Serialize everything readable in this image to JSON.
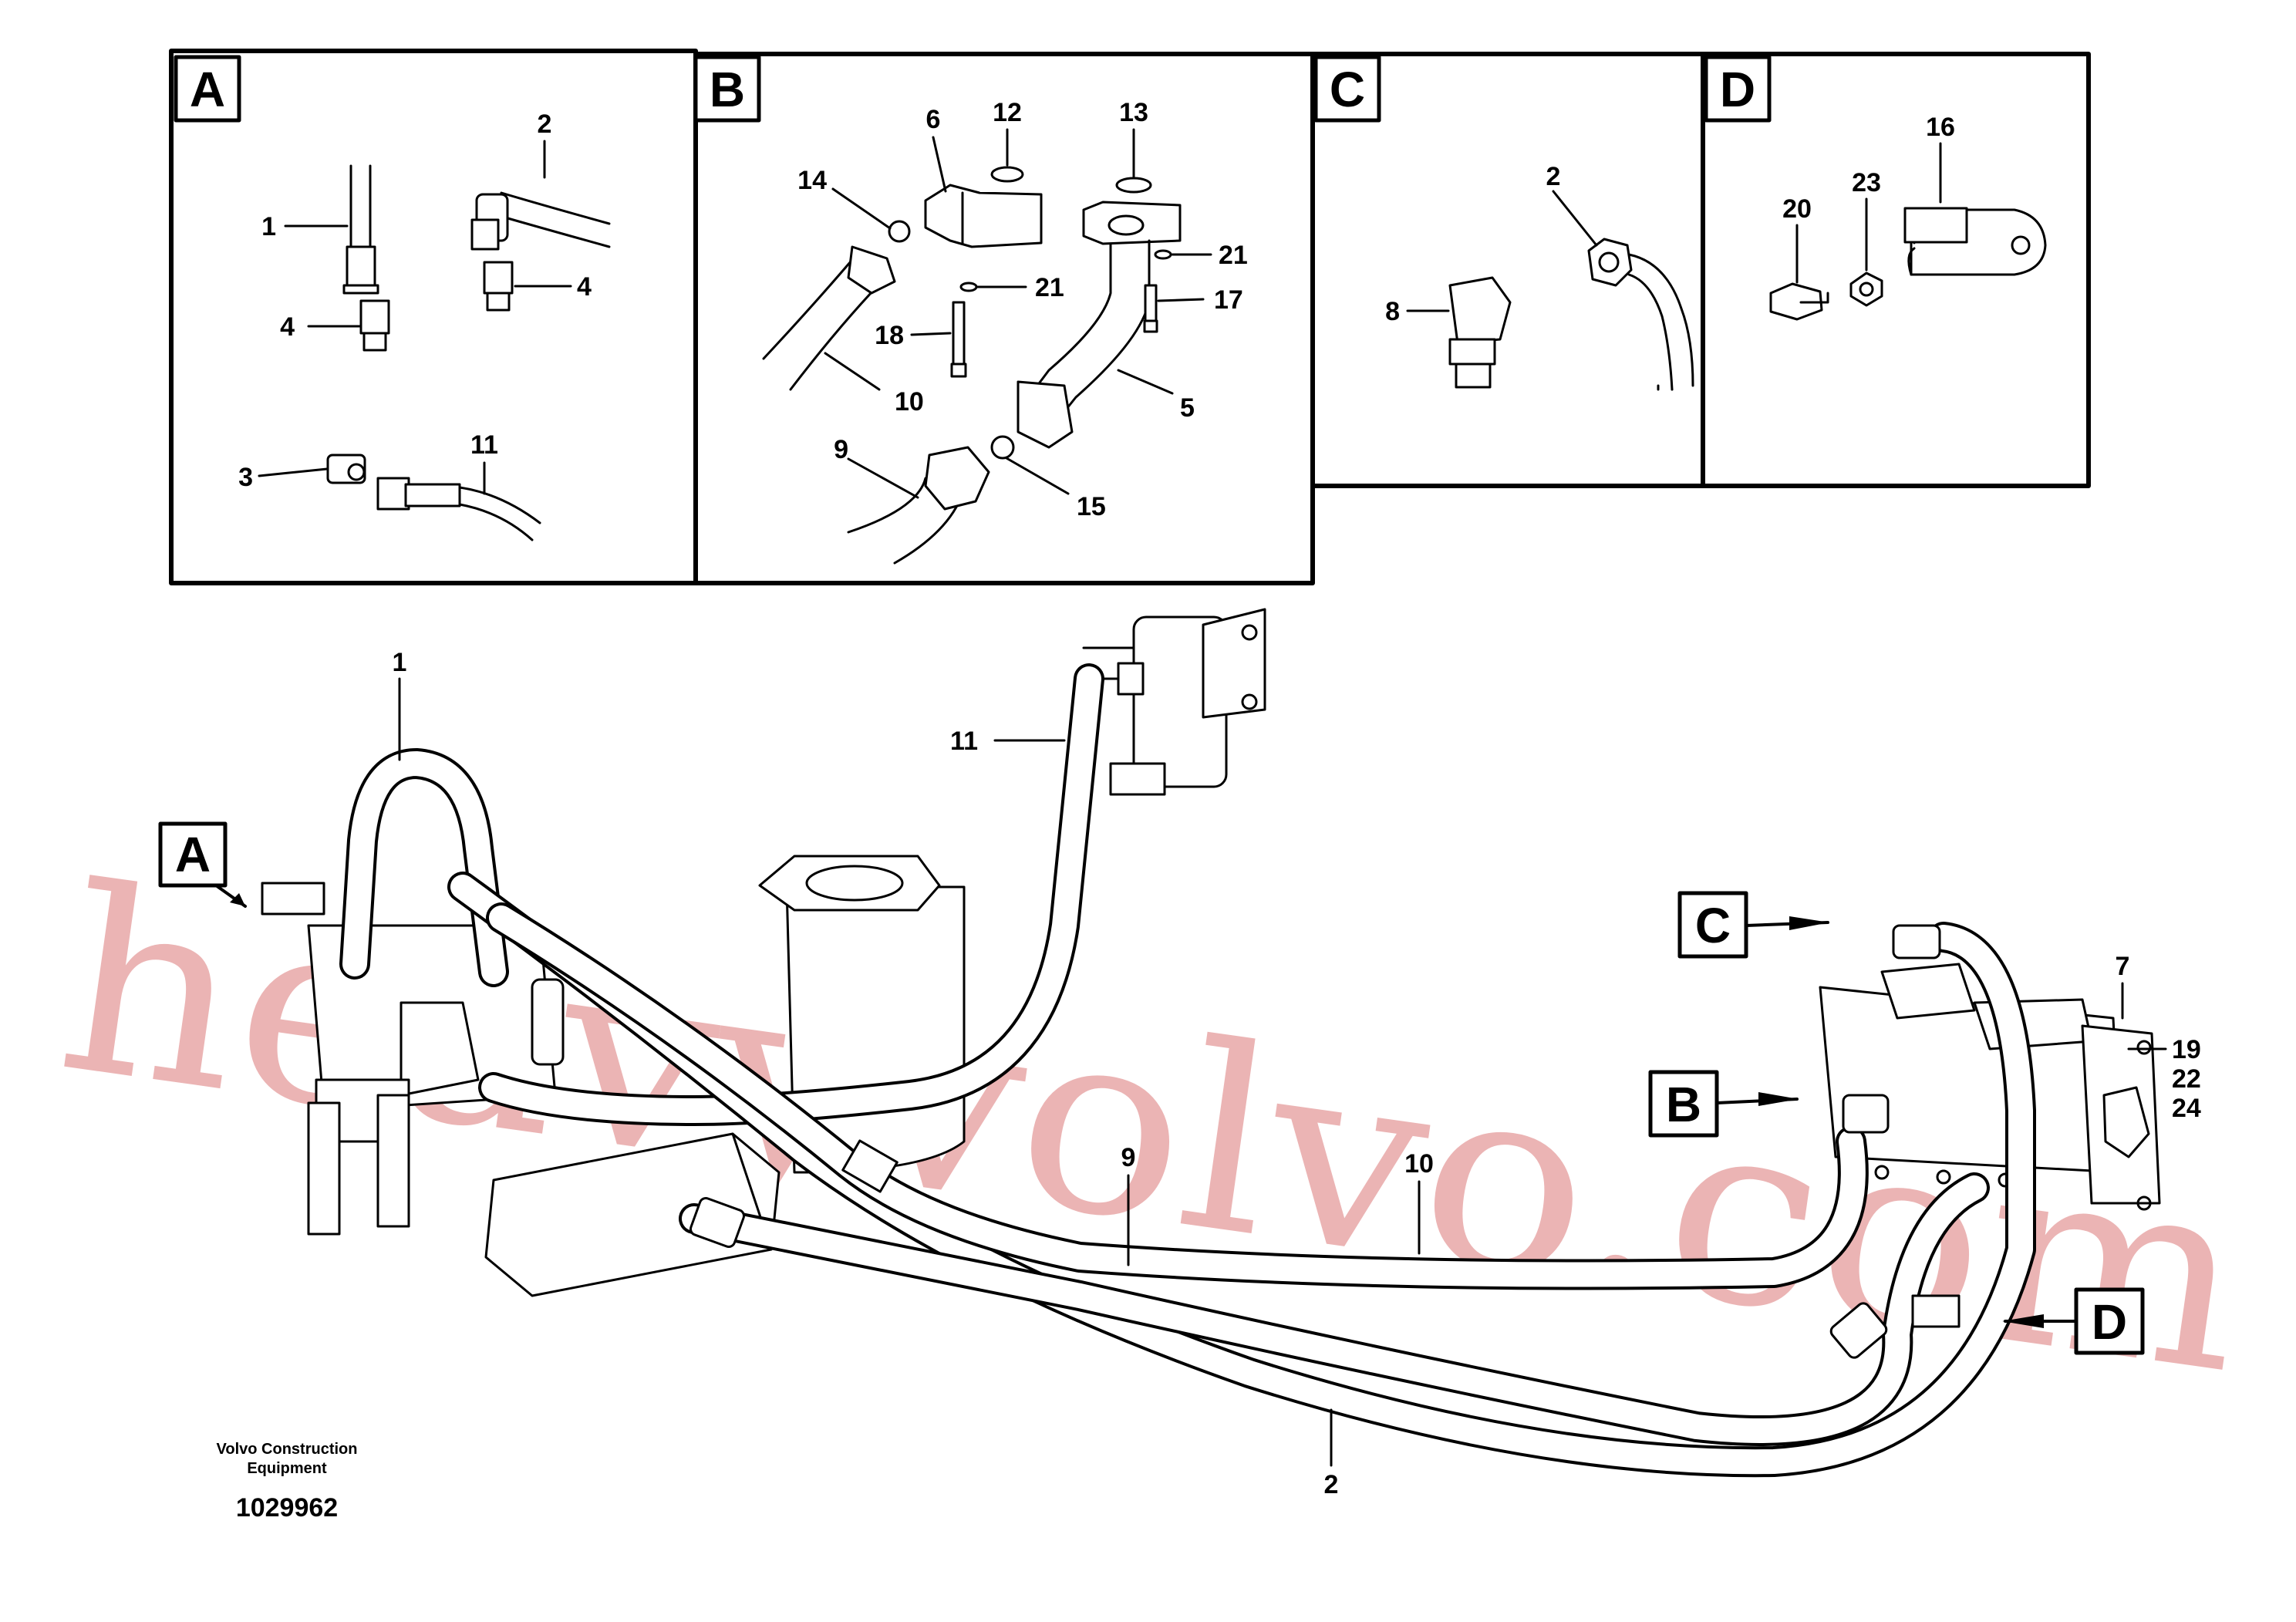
{
  "panels": [
    {
      "id": "A",
      "letter": "A"
    },
    {
      "id": "B",
      "letter": "B"
    },
    {
      "id": "C",
      "letter": "C"
    },
    {
      "id": "D",
      "letter": "D"
    }
  ],
  "panel_A_callouts": [
    "1",
    "2",
    "4",
    "4",
    "3",
    "11"
  ],
  "panel_B_callouts": [
    "12",
    "13",
    "6",
    "14",
    "21",
    "21",
    "17",
    "18",
    "10",
    "5",
    "9",
    "15"
  ],
  "panel_C_callouts": [
    "2",
    "8"
  ],
  "panel_D_callouts": [
    "16",
    "20",
    "23"
  ],
  "main_callouts": [
    "1",
    "11",
    "7",
    "19",
    "22",
    "24",
    "9",
    "10",
    "2"
  ],
  "main_tags": [
    "A",
    "C",
    "B",
    "D"
  ],
  "watermark": "heavyvolvo.com",
  "footer": {
    "brand_line1": "Volvo Construction",
    "brand_line2": "Equipment",
    "ref_number": "1029962"
  }
}
